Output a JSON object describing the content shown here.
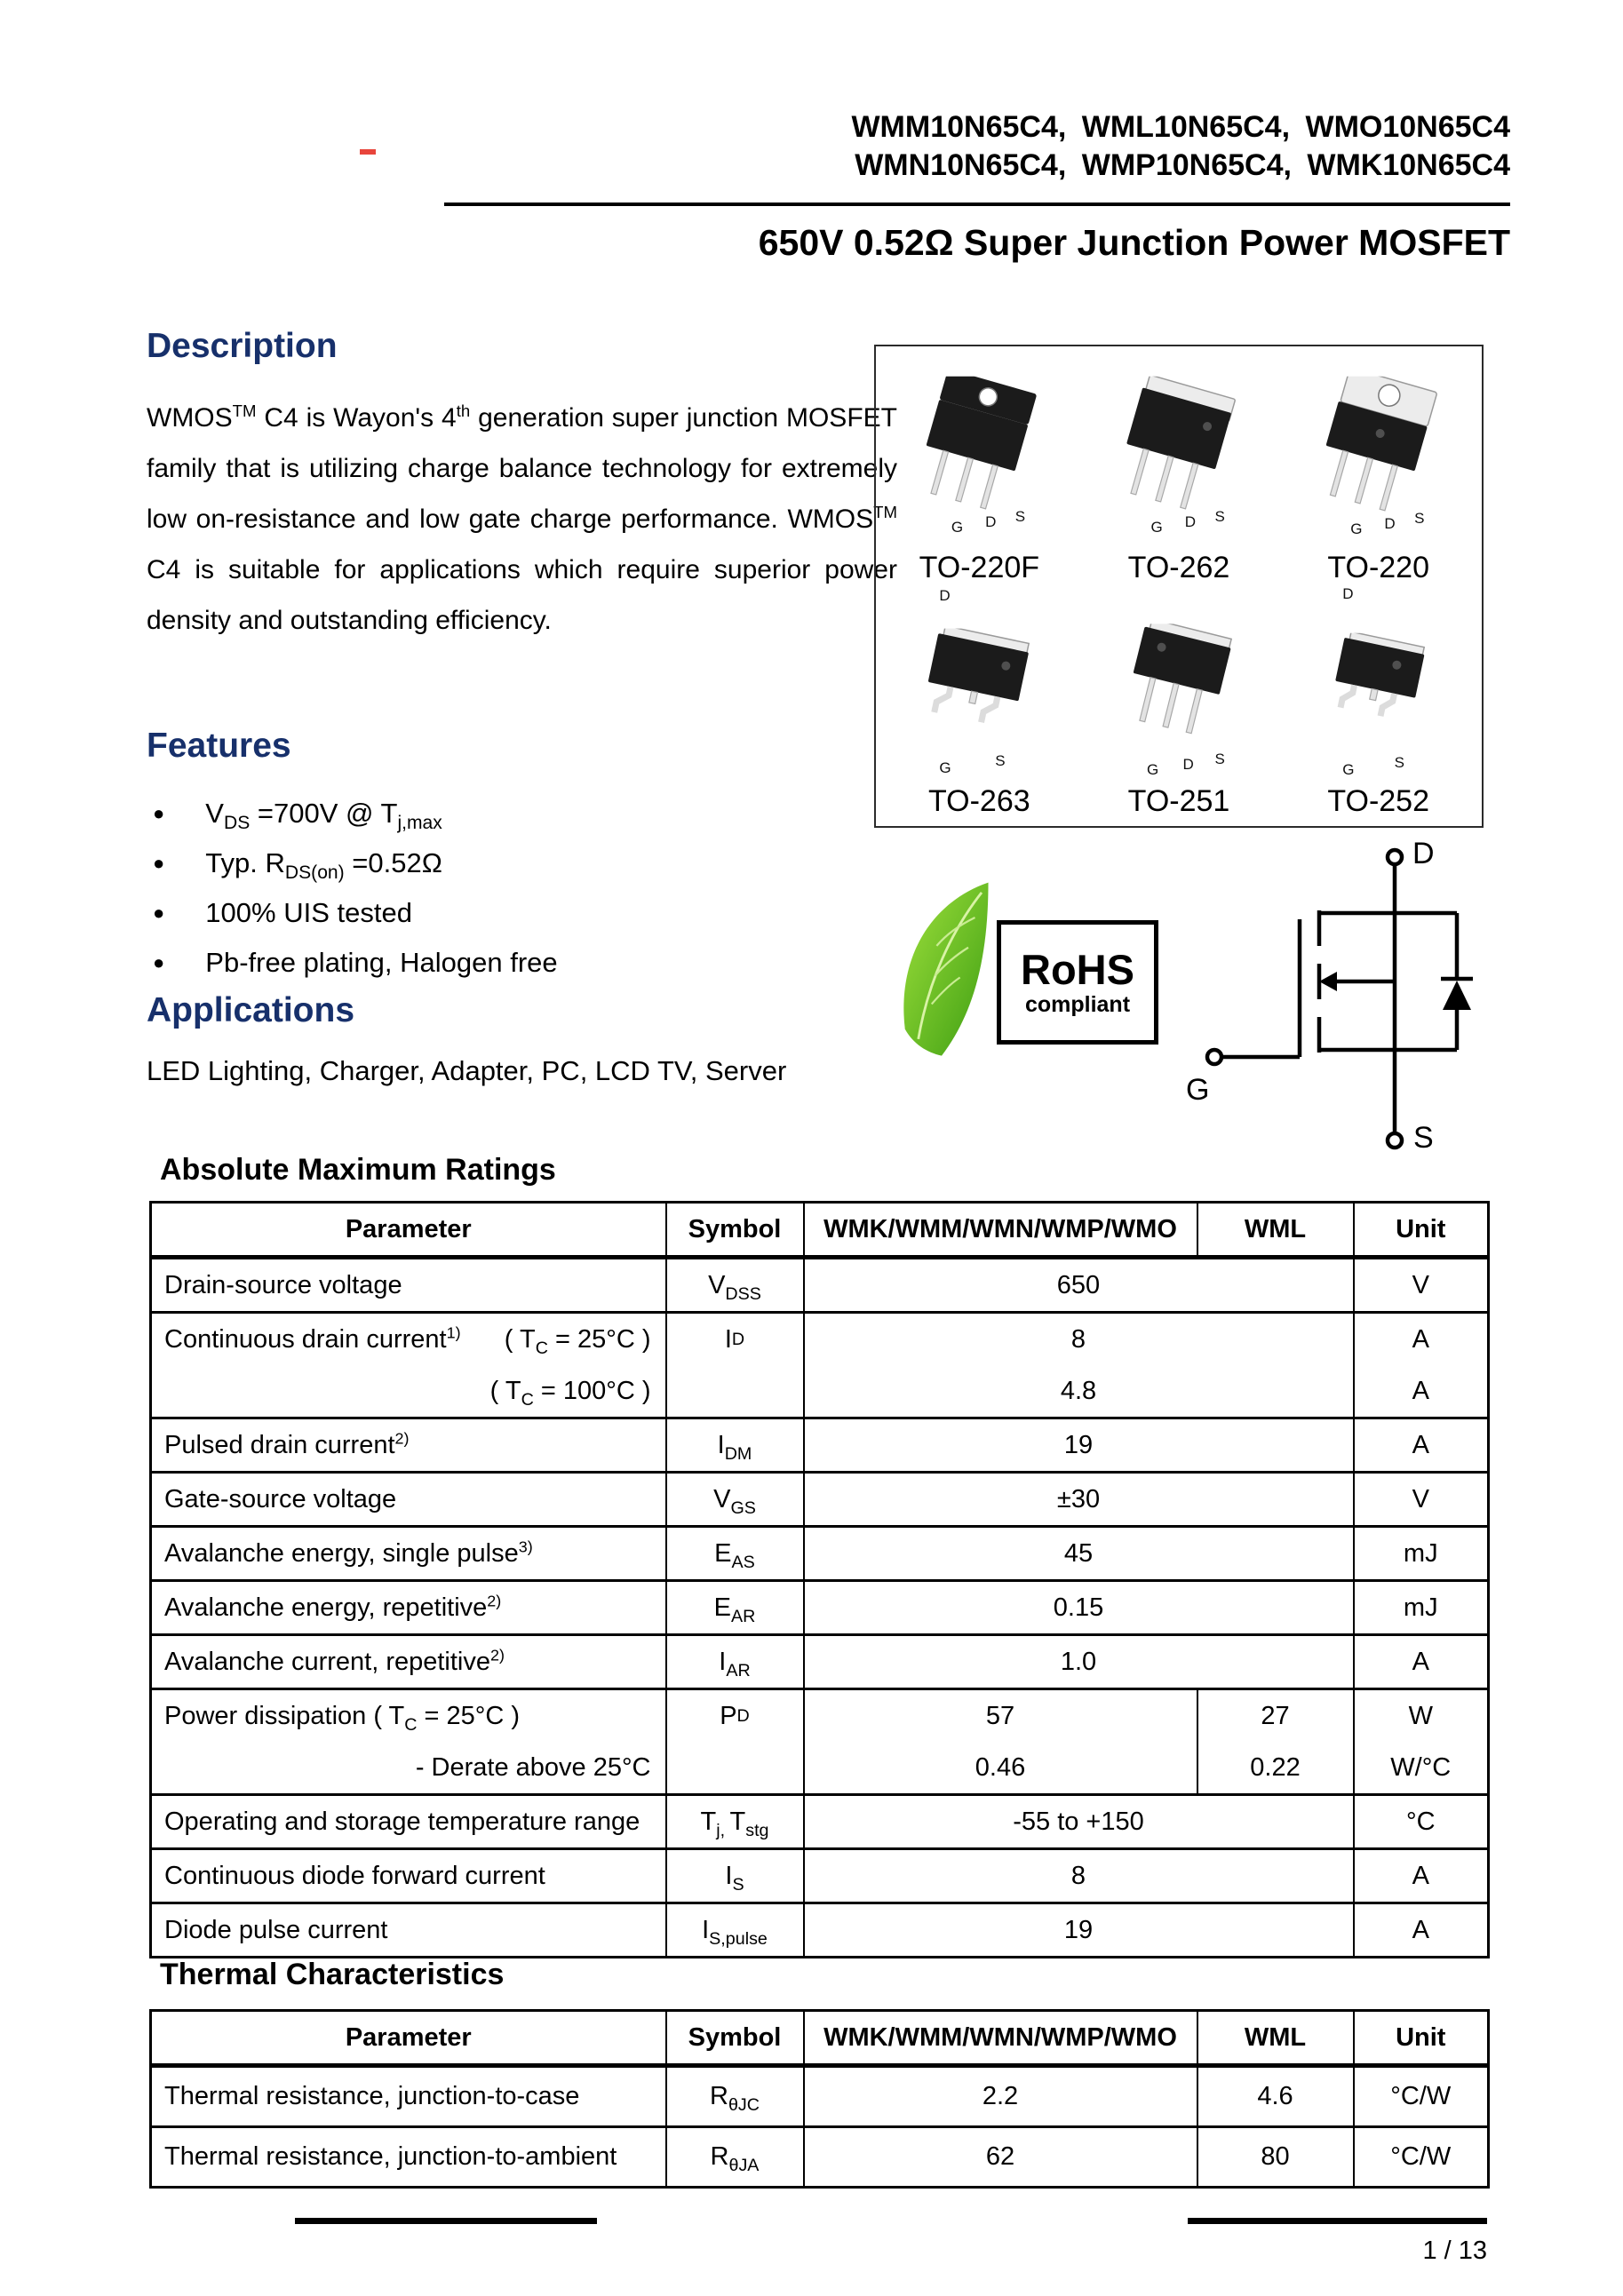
{
  "colors": {
    "heading_navy": "#17306B",
    "red_dash": "#E8453C",
    "leaf_green_light": "#9FE03C",
    "leaf_green_dark": "#3D9E12",
    "table_border": "#000000"
  },
  "header": {
    "part_numbers_line1": "WMM10N65C4, WML10N65C4, WMO10N65C4",
    "part_numbers_line2": "WMN10N65C4, WMP10N65C4, WMK10N65C4",
    "title": "650V 0.52Ω Super Junction Power MOSFET"
  },
  "description": {
    "heading": "Description",
    "body": [
      {
        "t": "WMOS"
      },
      {
        "t": "TM",
        "s": "sup"
      },
      {
        "t": " C4 is Wayon's 4"
      },
      {
        "t": "th",
        "s": "sup"
      },
      {
        "t": " generation super junction MOSFET family that is utilizing charge balance technology for extremely low on-resistance and low gate charge performance. WMOS"
      },
      {
        "t": "TM",
        "s": "sup"
      },
      {
        "t": " C4 is suitable for applications which require superior power density and outstanding efficiency."
      }
    ]
  },
  "features": {
    "heading": "Features",
    "items": [
      [
        {
          "t": "V"
        },
        {
          "t": "DS",
          "s": "sub"
        },
        {
          "t": " =700V @ T"
        },
        {
          "t": "j,max",
          "s": "sub"
        }
      ],
      [
        {
          "t": "Typ. R"
        },
        {
          "t": "DS(on)",
          "s": "sub"
        },
        {
          "t": " =0.52Ω"
        }
      ],
      [
        {
          "t": "100% UIS tested"
        }
      ],
      [
        {
          "t": "Pb-free plating, Halogen free"
        }
      ]
    ]
  },
  "applications": {
    "heading": "Applications",
    "text": "LED Lighting, Charger, Adapter, PC, LCD TV, Server"
  },
  "packages": {
    "items": [
      {
        "name": "TO-220F",
        "pins": [
          "G",
          "D",
          "S"
        ]
      },
      {
        "name": "TO-262",
        "pins": [
          "G",
          "D",
          "S"
        ]
      },
      {
        "name": "TO-220",
        "pins": [
          "G",
          "D",
          "S"
        ]
      },
      {
        "name": "TO-263",
        "pins": [
          "G",
          "S"
        ],
        "top": "D"
      },
      {
        "name": "TO-251",
        "pins": [
          "G",
          "D",
          "S"
        ]
      },
      {
        "name": "TO-252",
        "pins": [
          "G",
          "S"
        ],
        "top": "D"
      }
    ]
  },
  "rohs": {
    "label": "RoHS",
    "sub": "compliant"
  },
  "symbol_labels": {
    "gate": "G",
    "drain": "D",
    "source": "S"
  },
  "amr": {
    "heading": "Absolute Maximum Ratings",
    "columns": [
      "Parameter",
      "Symbol",
      "WMK/WMM/WMN/WMP/WMO",
      "WML",
      "Unit"
    ],
    "rows": {
      "vdss": {
        "param": [
          {
            "t": "Drain-source voltage"
          }
        ],
        "symbol": [
          {
            "t": "V"
          },
          {
            "t": "DSS",
            "s": "sub"
          }
        ],
        "value": "650",
        "unit": "V"
      },
      "id": {
        "param": [
          {
            "t": "Continuous drain current"
          },
          {
            "t": "1)",
            "s": "sup"
          }
        ],
        "cond1": [
          {
            "t": "( T"
          },
          {
            "t": "C",
            "s": "sub"
          },
          {
            "t": " = 25°C )"
          }
        ],
        "cond2": [
          {
            "t": "( T"
          },
          {
            "t": "C",
            "s": "sub"
          },
          {
            "t": " = 100°C )"
          }
        ],
        "symbol": [
          {
            "t": "I"
          },
          {
            "t": "D",
            "s": "sub"
          }
        ],
        "value1": "8",
        "value2": "4.8",
        "unit1": "A",
        "unit2": "A"
      },
      "idm": {
        "param": [
          {
            "t": "Pulsed drain current"
          },
          {
            "t": "2)",
            "s": "sup"
          }
        ],
        "symbol": [
          {
            "t": "I"
          },
          {
            "t": "DM",
            "s": "sub"
          }
        ],
        "value": "19",
        "unit": "A"
      },
      "vgs": {
        "param": [
          {
            "t": "Gate-source voltage"
          }
        ],
        "symbol": [
          {
            "t": "V"
          },
          {
            "t": "GS",
            "s": "sub"
          }
        ],
        "value": "±30",
        "unit": "V"
      },
      "eas": {
        "param": [
          {
            "t": "Avalanche energy, single pulse"
          },
          {
            "t": "3)",
            "s": "sup"
          }
        ],
        "symbol": [
          {
            "t": "E"
          },
          {
            "t": "AS",
            "s": "sub"
          }
        ],
        "value": "45",
        "unit": "mJ"
      },
      "ear": {
        "param": [
          {
            "t": "Avalanche energy, repetitive"
          },
          {
            "t": "2)",
            "s": "sup"
          }
        ],
        "symbol": [
          {
            "t": "E"
          },
          {
            "t": "AR",
            "s": "sub"
          }
        ],
        "value": "0.15",
        "unit": "mJ"
      },
      "iar": {
        "param": [
          {
            "t": "Avalanche current, repetitive"
          },
          {
            "t": "2)",
            "s": "sup"
          }
        ],
        "symbol": [
          {
            "t": "I"
          },
          {
            "t": "AR",
            "s": "sub"
          }
        ],
        "value": "1.0",
        "unit": "A"
      },
      "pd": {
        "param": [
          {
            "t": "Power dissipation ( T"
          },
          {
            "t": "C",
            "s": "sub"
          },
          {
            "t": " = 25°C )"
          }
        ],
        "param2": [
          {
            "t": "- Derate above 25°C"
          }
        ],
        "symbol": [
          {
            "t": "P"
          },
          {
            "t": "D",
            "s": "sub"
          }
        ],
        "v1a": "57",
        "v1b": "27",
        "v2a": "0.46",
        "v2b": "0.22",
        "unit1": "W",
        "unit2": "W/°C"
      },
      "tj": {
        "param": [
          {
            "t": "Operating and storage temperature range"
          }
        ],
        "symbol": [
          {
            "t": "T"
          },
          {
            "t": "j, ",
            "s": "sub"
          },
          {
            "t": "T"
          },
          {
            "t": "stg",
            "s": "sub"
          }
        ],
        "value": "-55 to +150",
        "unit": "°C"
      },
      "is": {
        "param": [
          {
            "t": "Continuous diode forward current"
          }
        ],
        "symbol": [
          {
            "t": "I"
          },
          {
            "t": "S",
            "s": "sub"
          }
        ],
        "value": "8",
        "unit": "A"
      },
      "ispulse": {
        "param": [
          {
            "t": "Diode pulse current"
          }
        ],
        "symbol": [
          {
            "t": "I"
          },
          {
            "t": "S,pulse",
            "s": "sub"
          }
        ],
        "value": "19",
        "unit": "A"
      }
    }
  },
  "thermal": {
    "heading": "Thermal Characteristics",
    "columns": [
      "Parameter",
      "Symbol",
      "WMK/WMM/WMN/WMP/WMO",
      "WML",
      "Unit"
    ],
    "rows": {
      "rjc": {
        "param": [
          {
            "t": "Thermal resistance, junction-to-case"
          }
        ],
        "symbol": [
          {
            "t": "R"
          },
          {
            "t": "θJC",
            "s": "sub"
          }
        ],
        "v1": "2.2",
        "v2": "4.6",
        "unit": "°C/W"
      },
      "rja": {
        "param": [
          {
            "t": "Thermal resistance, junction-to-ambient"
          }
        ],
        "symbol": [
          {
            "t": "R"
          },
          {
            "t": "θJA",
            "s": "sub"
          }
        ],
        "v1": "62",
        "v2": "80",
        "unit": "°C/W"
      }
    }
  },
  "footer": {
    "page": "1 / 13"
  }
}
